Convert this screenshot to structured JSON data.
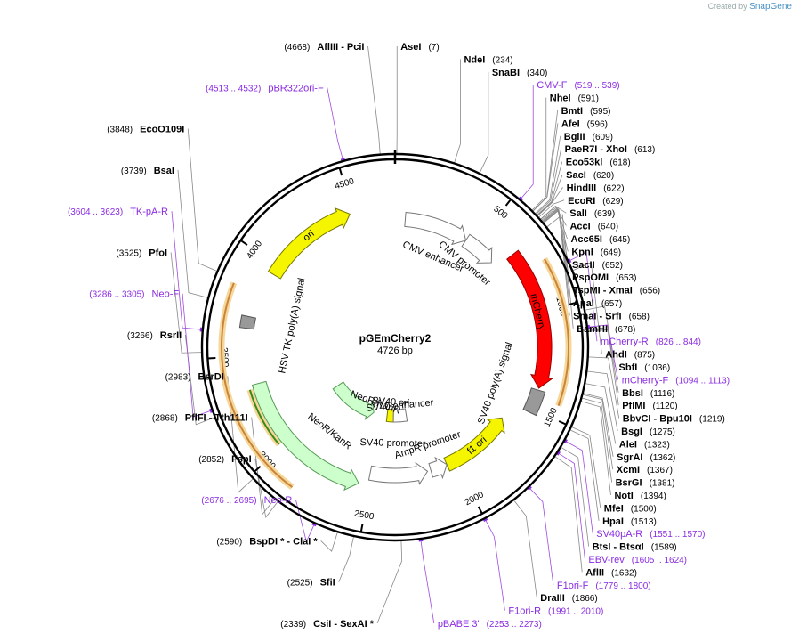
{
  "credit": {
    "prefix": "Created by",
    "brand": "SnapGene"
  },
  "plasmid": {
    "name": "pGEmCherry2",
    "size": "4726 bp",
    "length": 4726
  },
  "ticks": [
    500,
    1000,
    1500,
    2000,
    2500,
    3000,
    3500,
    4000,
    4500
  ],
  "enzymes": [
    {
      "text": "AseI",
      "pos": "(7)",
      "site": 7,
      "side": "R"
    },
    {
      "text": "NdeI",
      "pos": "(234)",
      "site": 234,
      "side": "R"
    },
    {
      "text": "SnaBI",
      "pos": "(340)",
      "site": 340,
      "side": "R"
    },
    {
      "text": "NheI",
      "pos": "(591)",
      "site": 591,
      "side": "R"
    },
    {
      "text": "BmtI",
      "pos": "(595)",
      "site": 595,
      "side": "R"
    },
    {
      "text": "AfeI",
      "pos": "(596)",
      "site": 596,
      "side": "R"
    },
    {
      "text": "BglII",
      "pos": "(609)",
      "site": 609,
      "side": "R"
    },
    {
      "text": "PaeR7I  - XhoI",
      "pos": "(613)",
      "site": 613,
      "side": "R"
    },
    {
      "text": "Eco53kI",
      "pos": "(618)",
      "site": 618,
      "side": "R"
    },
    {
      "text": "SacI",
      "pos": "(620)",
      "site": 620,
      "side": "R"
    },
    {
      "text": "HindIII",
      "pos": "(622)",
      "site": 622,
      "side": "R"
    },
    {
      "text": "EcoRI",
      "pos": "(629)",
      "site": 629,
      "side": "R"
    },
    {
      "text": "SalI",
      "pos": "(639)",
      "site": 639,
      "side": "R"
    },
    {
      "text": "AccI",
      "pos": "(640)",
      "site": 640,
      "side": "R"
    },
    {
      "text": "Acc65I",
      "pos": "(645)",
      "site": 645,
      "side": "R"
    },
    {
      "text": "KpnI",
      "pos": "(649)",
      "site": 649,
      "side": "R"
    },
    {
      "text": "SacII",
      "pos": "(652)",
      "site": 652,
      "side": "R"
    },
    {
      "text": "PspOMI",
      "pos": "(653)",
      "site": 653,
      "side": "R"
    },
    {
      "text": "TspMI  - XmaI",
      "pos": "(656)",
      "site": 656,
      "side": "R"
    },
    {
      "text": "ApaI",
      "pos": "(657)",
      "site": 657,
      "side": "R"
    },
    {
      "text": "SmaI  - SrfI",
      "pos": "(658)",
      "site": 658,
      "side": "R"
    },
    {
      "text": "BamHI",
      "pos": "(678)",
      "site": 678,
      "side": "R"
    },
    {
      "text": "AhdI",
      "pos": "(875)",
      "site": 875,
      "side": "R"
    },
    {
      "text": "SbfI",
      "pos": "(1036)",
      "site": 1036,
      "side": "R"
    },
    {
      "text": "BbsI",
      "pos": "(1116)",
      "site": 1116,
      "side": "R"
    },
    {
      "text": "PflMI",
      "pos": "(1120)",
      "site": 1120,
      "side": "R"
    },
    {
      "text": "BbvCI  - Bpu10I",
      "pos": "(1219)",
      "site": 1219,
      "side": "R"
    },
    {
      "text": "BsgI",
      "pos": "(1275)",
      "site": 1275,
      "side": "R"
    },
    {
      "text": "AleI",
      "pos": "(1323)",
      "site": 1323,
      "side": "R"
    },
    {
      "text": "SgrAI",
      "pos": "(1362)",
      "site": 1362,
      "side": "R"
    },
    {
      "text": "XcmI",
      "pos": "(1367)",
      "site": 1367,
      "side": "R"
    },
    {
      "text": "BsrGI",
      "pos": "(1381)",
      "site": 1381,
      "side": "R"
    },
    {
      "text": "NotI",
      "pos": "(1394)",
      "site": 1394,
      "side": "R"
    },
    {
      "text": "MfeI",
      "pos": "(1500)",
      "site": 1500,
      "side": "R"
    },
    {
      "text": "HpaI",
      "pos": "(1513)",
      "site": 1513,
      "side": "R"
    },
    {
      "text": "BtsI  - BtsαI",
      "pos": "(1589)",
      "site": 1589,
      "side": "R"
    },
    {
      "text": "AflII",
      "pos": "(1632)",
      "site": 1632,
      "side": "R"
    },
    {
      "text": "DraIII",
      "pos": "(1866)",
      "site": 1866,
      "side": "R"
    },
    {
      "text": "CsiI  - SexAI *",
      "pos": "(2339)",
      "site": 2339,
      "side": "L"
    },
    {
      "text": "SfiI",
      "pos": "(2525)",
      "site": 2525,
      "side": "L"
    },
    {
      "text": "BspDI *  - ClaI *",
      "pos": "(2590)",
      "site": 2590,
      "side": "L"
    },
    {
      "text": "FspI",
      "pos": "(2852)",
      "site": 2852,
      "side": "L"
    },
    {
      "text": "PflFI  - Tth111I",
      "pos": "(2868)",
      "site": 2868,
      "side": "L"
    },
    {
      "text": "BsrDI",
      "pos": "(2983)",
      "site": 2983,
      "side": "L"
    },
    {
      "text": "RsrII",
      "pos": "(3266)",
      "site": 3266,
      "side": "L"
    },
    {
      "text": "PfoI",
      "pos": "(3525)",
      "site": 3525,
      "side": "L"
    },
    {
      "text": "BsaI",
      "pos": "(3739)",
      "site": 3739,
      "side": "L"
    },
    {
      "text": "EcoO109I",
      "pos": "(3848)",
      "site": 3848,
      "side": "L"
    },
    {
      "text": "AflIII  - PciI",
      "pos": "(4668)",
      "site": 4668,
      "side": "L"
    }
  ],
  "primers": [
    {
      "text": "CMV-F",
      "pos": "(519 .. 539)",
      "site": 529,
      "side": "R"
    },
    {
      "text": "mCherry-R",
      "pos": "(826 .. 844)",
      "site": 835,
      "side": "R"
    },
    {
      "text": "mCherry-F",
      "pos": "(1094 .. 1113)",
      "site": 1103,
      "side": "R"
    },
    {
      "text": "SV40pA-R",
      "pos": "(1551 .. 1570)",
      "site": 1560,
      "side": "R"
    },
    {
      "text": "EBV-rev",
      "pos": "(1605 .. 1624)",
      "site": 1614,
      "side": "R"
    },
    {
      "text": "F1ori-F",
      "pos": "(1779 .. 1800)",
      "site": 1789,
      "side": "R"
    },
    {
      "text": "F1ori-R",
      "pos": "(1991 .. 2010)",
      "site": 2000,
      "side": "R"
    },
    {
      "text": "pBABE 3'",
      "pos": "(2253 .. 2273)",
      "site": 2263,
      "side": "R"
    },
    {
      "text": "Neo-R",
      "pos": "(2676 .. 2695)",
      "site": 2685,
      "side": "L"
    },
    {
      "text": "Neo-F",
      "pos": "(3286 .. 3305)",
      "site": 3295,
      "side": "L"
    },
    {
      "text": "TK-pA-R",
      "pos": "(3604 .. 3623)",
      "site": 3613,
      "side": "L"
    },
    {
      "text": "pBR322ori-F",
      "pos": "(4513 .. 4532)",
      "site": 4522,
      "side": "L"
    }
  ],
  "features": [
    {
      "name": "CMV enhancer",
      "start": 60,
      "end": 440,
      "ring": 3,
      "color": "#ffffff",
      "stroke": "#777777",
      "dir": 1
    },
    {
      "name": "CMV promoter",
      "start": 440,
      "end": 640,
      "ring": 3,
      "color": "#ffffff",
      "stroke": "#777777",
      "dir": 1
    },
    {
      "name": "mCherry",
      "start": 680,
      "end": 1390,
      "ring": 1,
      "color": "#ff0000",
      "stroke": "#990000",
      "dir": 1
    },
    {
      "name": "SV40 poly(A) signal",
      "start": 1400,
      "end": 1520,
      "ring": 1,
      "color": "#999999",
      "stroke": "#555555",
      "dir": 0
    },
    {
      "name": "f1 ori",
      "start": 1620,
      "end": 2050,
      "ring": 3,
      "color": "#f5f500",
      "stroke": "#777700",
      "dir": -1
    },
    {
      "name": "AmpR promoter",
      "start": 2050,
      "end": 2150,
      "ring": 3,
      "color": "#ffffff",
      "stroke": "#777777",
      "dir": -1
    },
    {
      "name": "SV40 promoter",
      "start": 2170,
      "end": 2510,
      "ring": 3,
      "color": "#ffffff",
      "stroke": "#777777",
      "dir": -1
    },
    {
      "name": "SV40 ori",
      "start": 2380,
      "end": 2450,
      "ring": 4,
      "color": "#f5f500",
      "stroke": "#777700",
      "dir": 0
    },
    {
      "name": "SV40 enhancer",
      "start": 2240,
      "end": 2380,
      "ring": 4,
      "color": "#ffffff",
      "stroke": "#777777",
      "dir": 0
    },
    {
      "name": "NeoR/KanR",
      "start": 2560,
      "end": 3350,
      "ring": 2,
      "color": "#ccffcc",
      "stroke": "#559955",
      "dir": -1
    },
    {
      "name": "NeoR/KanR",
      "start": 2600,
      "end": 3100,
      "ring": 4,
      "color": "#ccffcc",
      "stroke": "#559955",
      "dir": -1
    },
    {
      "name": "HSV TK poly(A) signal",
      "start": 3640,
      "end": 3700,
      "ring": 1,
      "color": "#999999",
      "stroke": "#555555",
      "dir": 0
    },
    {
      "name": "ori",
      "start": 3950,
      "end": 4480,
      "ring": 2,
      "color": "#f5f500",
      "stroke": "#777700",
      "dir": 1
    }
  ],
  "orange_arcs": [
    {
      "start": 780,
      "end": 1440,
      "ring": 0.5
    },
    {
      "start": 2840,
      "end": 3830,
      "ring": 0.5
    },
    {
      "start": 3020,
      "end": 3330,
      "ring": 1.2,
      "color": "#3a8a1a"
    }
  ],
  "inner_labels": [
    {
      "text": "CMV enhancer"
    },
    {
      "text": "CMV promoter"
    },
    {
      "text": "mCherry"
    },
    {
      "text": "SV40 poly(A) signal"
    },
    {
      "text": "f1 ori"
    },
    {
      "text": "AmpR promoter"
    },
    {
      "text": "SV40 promoter"
    },
    {
      "text": "SV40 ori"
    },
    {
      "text": "SV40 enhancer"
    },
    {
      "text": "NeoR/KanR"
    },
    {
      "text": "NeoR/KanR"
    },
    {
      "text": "HSV TK poly(A) signal"
    },
    {
      "text": "ori"
    }
  ]
}
